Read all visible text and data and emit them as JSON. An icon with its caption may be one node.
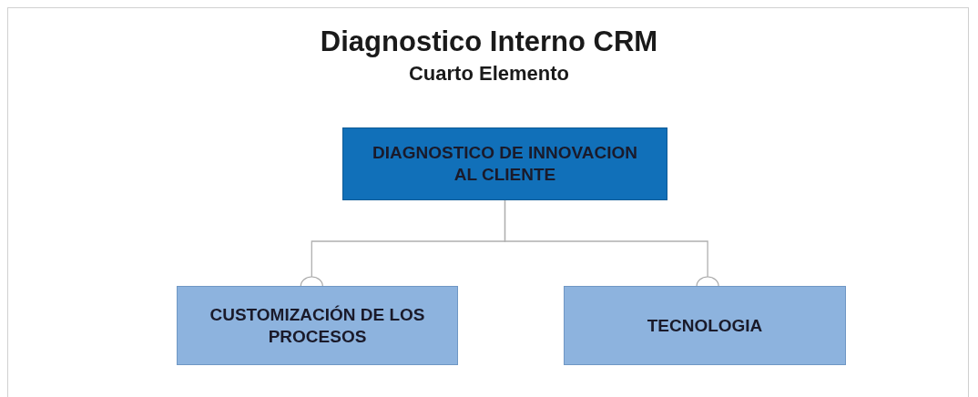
{
  "diagram": {
    "title": "Diagnostico Interno CRM",
    "caption": "Cuarto Elemento",
    "nodes": [
      {
        "text": [
          "DIAGNOSTICO DE INNOVACION AL CLIENTE"
        ]
      },
      {
        "text": [
          "CUSTOMIZACIÓN DE LOS PROCESOS"
        ]
      },
      {
        "text": [
          "TECNOLOGIA"
        ]
      }
    ],
    "edges": [
      {
        "from": 0,
        "to": 1,
        "arrow": "other"
      },
      {
        "from": 0,
        "to": 2,
        "arrow": "other"
      }
    ]
  }
}
